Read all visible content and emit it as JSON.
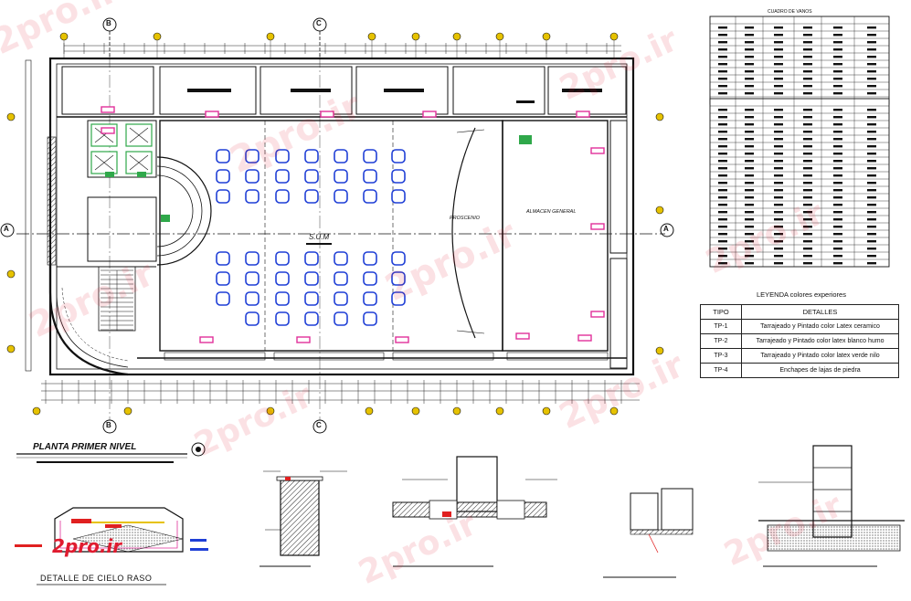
{
  "schedule_title": "CUADRO DE VANOS",
  "legend": {
    "title": "LEYENDA colores experiores",
    "col_tipo": "TIPO",
    "col_detalles": "DETALLES",
    "rows": [
      {
        "tipo": "TP-1",
        "detalle": "Tarrajeado y Pintado color Latex ceramico"
      },
      {
        "tipo": "TP-2",
        "detalle": "Tarrajeado y Pintado color latex blanco humo"
      },
      {
        "tipo": "TP-3",
        "detalle": "Tarrajeado y Pintado color latex verde nilo"
      },
      {
        "tipo": "TP-4",
        "detalle": "Enchapes de lajas de piedra"
      }
    ]
  },
  "plan_title": "PLANTA PRIMER NIVEL",
  "detail_title": "DETALLE  DE  CIELO RASO",
  "room_sum": "S.U.M",
  "room_proscenio": "PROSCENIO",
  "room_almacen": "ALMACEN GENERAL",
  "axis_a": "A",
  "axis_b": "B",
  "axis_c": "C",
  "watermark": "2pro.ir",
  "colors": {
    "line": "#1a1a1a",
    "seat": "#1f3fd6",
    "tag": "#e0309a",
    "fixture": "#2fa84a",
    "axis_bubble": "#e6c200",
    "accent_red": "#e02020",
    "brand_red": "#e01b2f"
  }
}
